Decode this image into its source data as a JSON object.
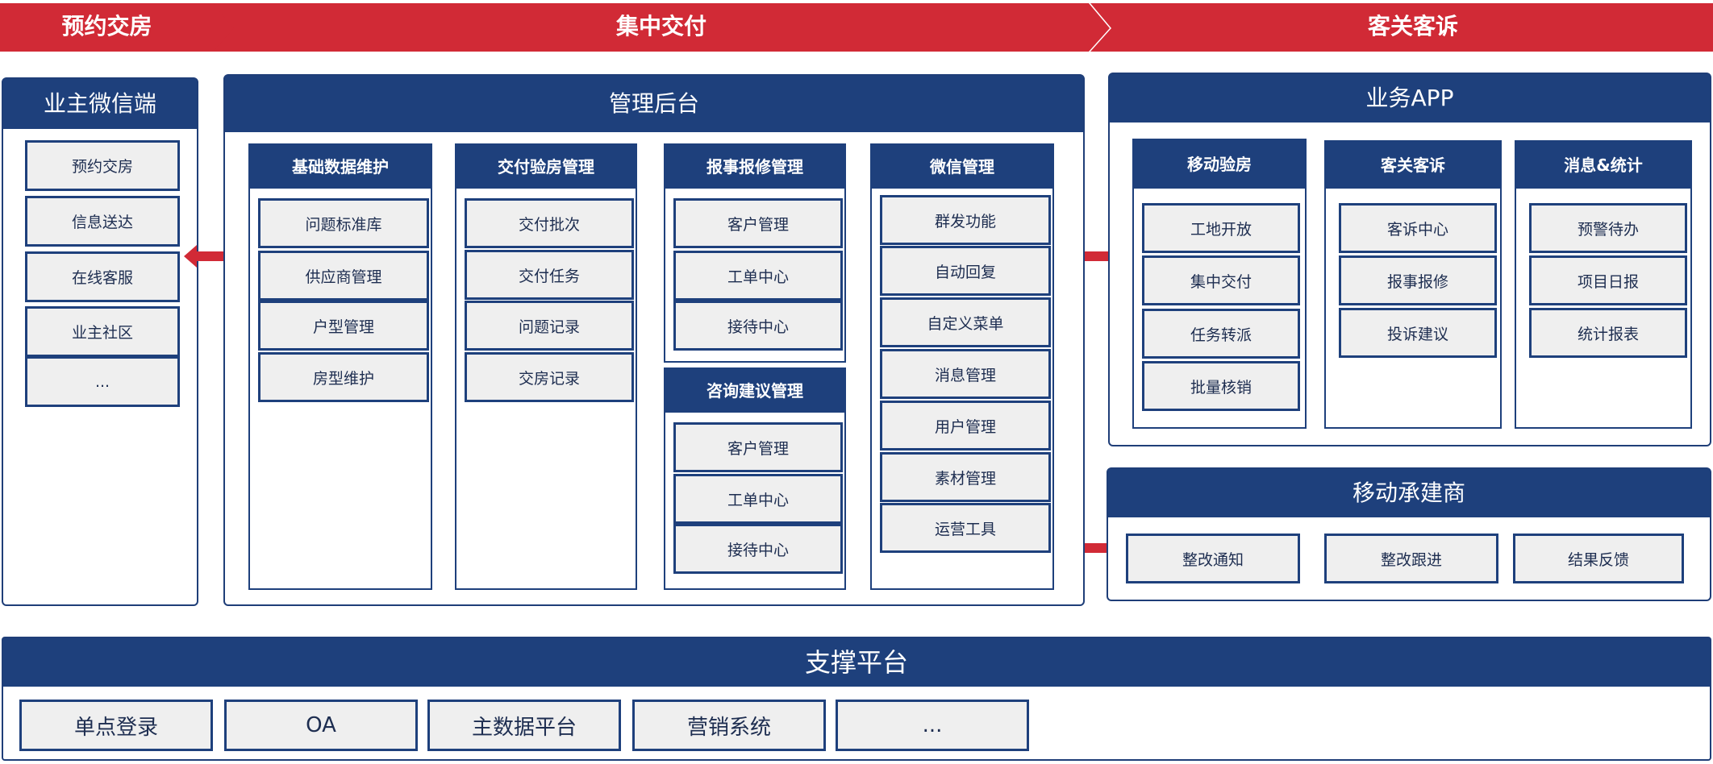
{
  "phases": [
    "预约交房",
    "集中交付",
    "客关客诉"
  ],
  "colors": {
    "phase_red": "#d12a36",
    "navy": "#1e407c",
    "item_bg": "#efefef"
  },
  "owner_wechat": {
    "title": "业主微信端",
    "items": [
      "预约交房",
      "信息送达",
      "在线客服",
      "业主社区",
      "..."
    ]
  },
  "admin": {
    "title": "管理后台",
    "basic_data": {
      "title": "基础数据维护",
      "items": [
        "问题标准库",
        "供应商管理",
        "户型管理",
        "房型维护"
      ]
    },
    "delivery": {
      "title": "交付验房管理",
      "items": [
        "交付批次",
        "交付任务",
        "问题记录",
        "交房记录"
      ]
    },
    "repair": {
      "title": "报事报修管理",
      "items": [
        "客户管理",
        "工单中心",
        "接待中心"
      ]
    },
    "consult": {
      "title": "咨询建议管理",
      "items": [
        "客户管理",
        "工单中心",
        "接待中心"
      ]
    },
    "wechat_mgmt": {
      "title": "微信管理",
      "items": [
        "群发功能",
        "自动回复",
        "自定义菜单",
        "消息管理",
        "用户管理",
        "素材管理",
        "运营工具"
      ]
    }
  },
  "business_app": {
    "title": "业务APP",
    "mobile_inspect": {
      "title": "移动验房",
      "items": [
        "工地开放",
        "集中交付",
        "任务转派",
        "批量核销"
      ]
    },
    "complaints": {
      "title": "客关客诉",
      "items": [
        "客诉中心",
        "报事报修",
        "投诉建议"
      ]
    },
    "messages": {
      "title": "消息&统计",
      "items": [
        "预警待办",
        "项目日报",
        "统计报表"
      ]
    }
  },
  "contractor": {
    "title": "移动承建商",
    "items": [
      "整改通知",
      "整改跟进",
      "结果反馈"
    ]
  },
  "support": {
    "title": "支撑平台",
    "items": [
      "单点登录",
      "OA",
      "主数据平台",
      "营销系统",
      "..."
    ]
  }
}
